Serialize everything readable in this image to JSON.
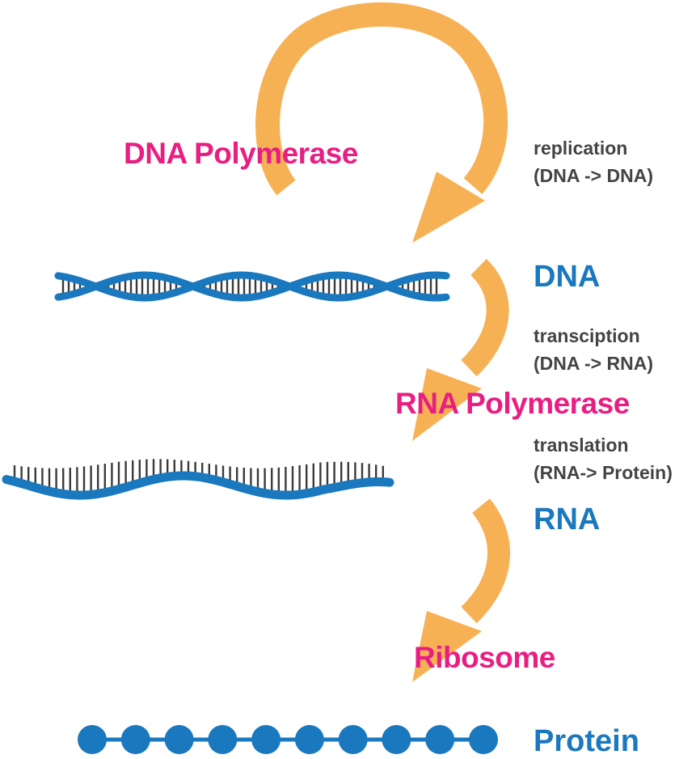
{
  "colors": {
    "arrow": "#f7b155",
    "enzyme": "#e91e83",
    "molecule": "#1a78bf",
    "process_text": "#444444",
    "base_pair": "#3a3a3a"
  },
  "icons": [
    "circular-arrow-icon",
    "curved-arrow-icon",
    "dna-helix-icon",
    "rna-strand-icon",
    "protein-chain-icon"
  ],
  "enzymes": {
    "replication": "DNA Polymerase",
    "transcription": "RNA Polymerase",
    "translation": "Ribosome"
  },
  "molecules": {
    "dna": "DNA",
    "rna": "RNA",
    "protein": "Protein"
  },
  "processes": {
    "replication": {
      "name": "replication",
      "detail": "(DNA -> DNA)"
    },
    "transcription": {
      "name": "transciption",
      "detail": "(DNA -> RNA)"
    },
    "translation": {
      "name": "translation",
      "detail": "(RNA-> Protein)"
    }
  },
  "protein": {
    "residue_count": 10
  }
}
